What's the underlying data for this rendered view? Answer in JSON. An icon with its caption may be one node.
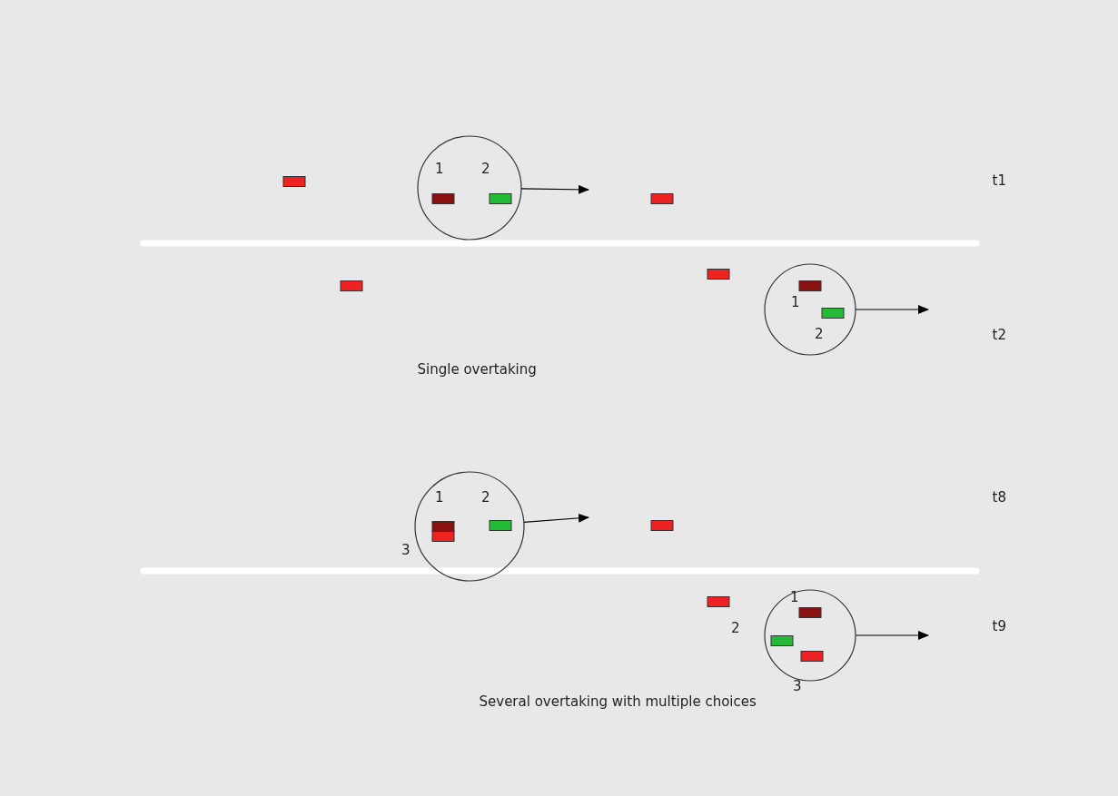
{
  "diagram": {
    "nodes": [
      {
        "text": [],
        "shape": "circle"
      },
      {
        "text": [],
        "shape": "circle"
      },
      {
        "text": [],
        "shape": "circle"
      },
      {
        "text": [],
        "shape": "circle"
      }
    ],
    "edges": [
      {
        "from": 0,
        "to": null,
        "arrow": "to"
      },
      {
        "from": 1,
        "to": null,
        "arrow": "to"
      },
      {
        "from": 2,
        "to": null,
        "arrow": "to"
      },
      {
        "from": 3,
        "to": null,
        "arrow": "to"
      }
    ],
    "labels": [
      "1",
      "2",
      "t1",
      "1",
      "2",
      "t2",
      "Single overtaking",
      "1",
      "2",
      "t8",
      "3",
      "1",
      "2",
      "t9",
      "3",
      "Several overtaking with multiple choices"
    ]
  }
}
